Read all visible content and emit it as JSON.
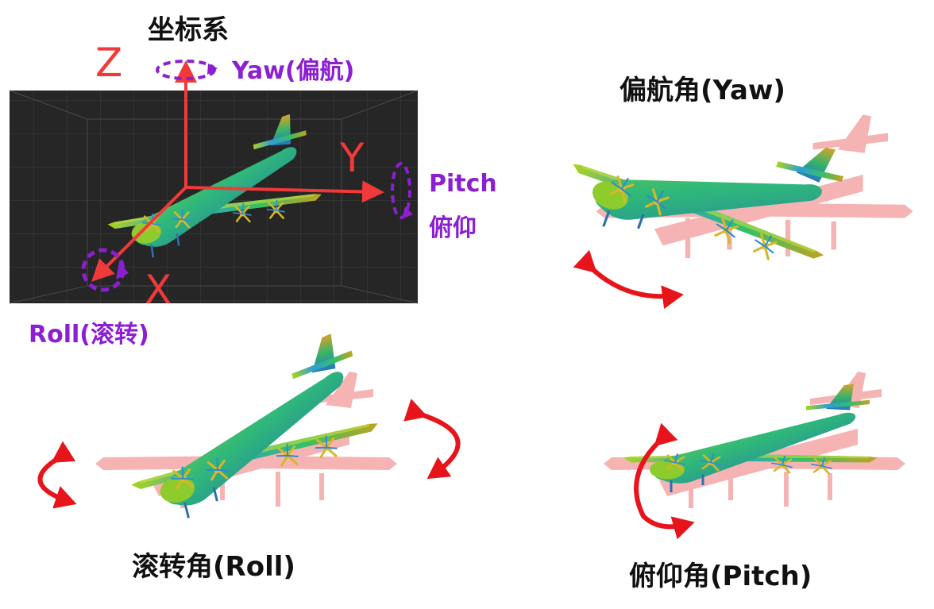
{
  "title": "坐标系",
  "axes": {
    "x": "X",
    "y": "Y",
    "z": "Z"
  },
  "rotations": {
    "yaw": "Yaw(偏航)",
    "pitch_en": "Pitch",
    "pitch_cn": "俯仰",
    "roll": "Roll(滚转)"
  },
  "captions": {
    "yaw": "偏航角(Yaw)",
    "roll": "滚转角(Roll)",
    "pitch": "俯仰角(Pitch)"
  },
  "colors": {
    "axis": "#f03a3a",
    "rotation_label": "#8b1fd1",
    "motion_arrow": "#e8141b",
    "ghost": "#f6b3b3",
    "panel": "#2b2b2b"
  }
}
